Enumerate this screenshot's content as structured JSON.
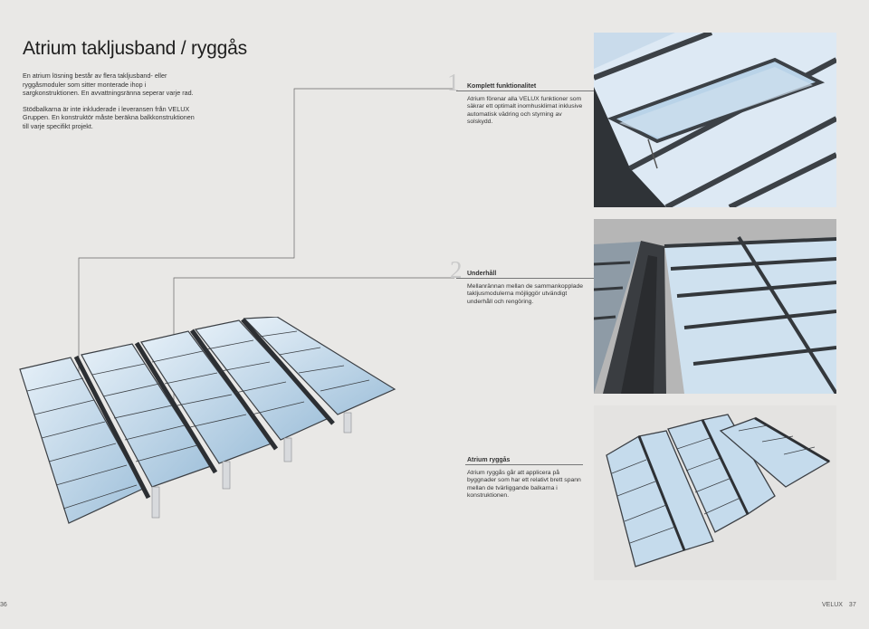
{
  "page": {
    "title": "Atrium takljusband / ryggås",
    "intro_paragraphs": [
      "En atrium lösning består av flera takljusband- eller ryggåsmoduler som sitter monterade ihop i sargkonstruktionen. En avvattningsränna seperar varje rad.",
      "Stödbalkarna är inte inkluderade i leveransen från VELUX Gruppen. En konstruktör måste beräkna balkkonstruktionen till varje specifikt projekt."
    ]
  },
  "features": [
    {
      "number": "1",
      "heading": "Komplett funktionalitet",
      "body": "Atrium förenar alla VELUX funktioner som säkrar ett optimalt inomhusklimat inklusive automatisk vädring och styrning av solskydd."
    },
    {
      "number": "2",
      "heading": "Underhåll",
      "body": "Mellanrännan mellan de sammankopplade takljusmodulerna möjliggör utvändigt underhåll och rengöring."
    },
    {
      "number": "",
      "heading": "Atrium ryggås",
      "body": "Atrium ryggås går att applicera på byggnader som har ett relativt brett spann mellan de tvärliggande balkarna i konstruktionen."
    }
  ],
  "footer": {
    "left_page": "36",
    "brand": "VELUX",
    "right_page": "37"
  },
  "colors": {
    "background": "#e9e8e6",
    "frame": "#3b3f44",
    "glass": "#bcd6ea",
    "sky": "#dfeaf3"
  }
}
